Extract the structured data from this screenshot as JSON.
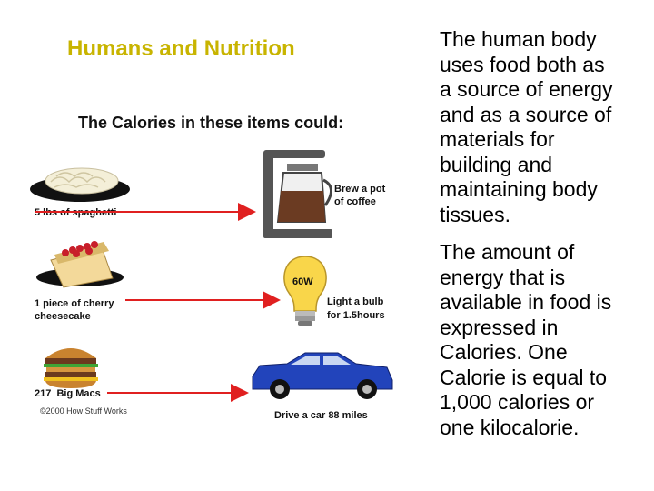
{
  "slide": {
    "title": "Humans and Nutrition",
    "paragraphs": [
      "The human body uses food both as a source of energy and as a source of materials for building and maintaining body tissues.",
      "The amount of energy that is available in food is expressed in Calories. One Calorie is equal to 1,000 calories or one kilocalorie."
    ]
  },
  "figure": {
    "heading": "The Calories in these items could:",
    "items": [
      {
        "food": "5 lbs of spaghetti",
        "effect_line1": "Brew a pot",
        "effect_line2": "of coffee"
      },
      {
        "food_line1": "1 piece of cherry",
        "food_line2": "cheesecake",
        "effect_line1": "Light a bulb",
        "effect_line2": "for 1.5hours",
        "bulb_label": "60W"
      },
      {
        "food": "217  Big Macs",
        "effect": "Drive a car 88 miles"
      }
    ],
    "credit": "©2000 How Stuff Works",
    "arrow_color": "#e02020"
  }
}
